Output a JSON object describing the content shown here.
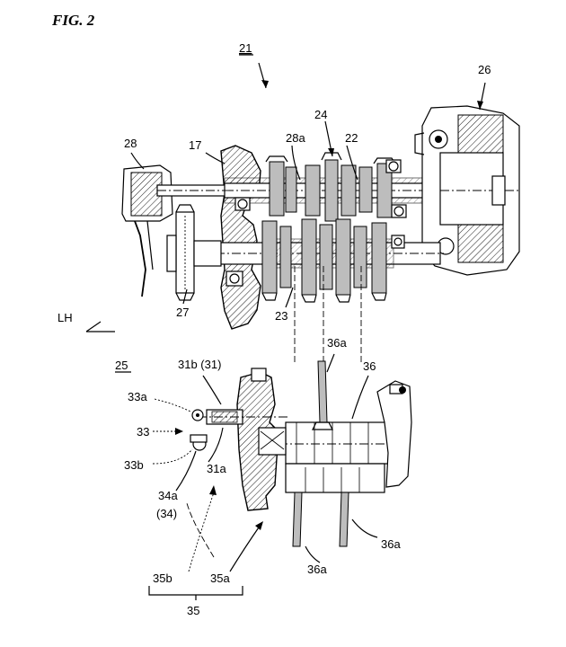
{
  "figure": {
    "title": "FIG. 2"
  },
  "labels": {
    "l21": "21",
    "l26": "26",
    "l24": "24",
    "l28a": "28a",
    "l22": "22",
    "l28": "28",
    "l17": "17",
    "l27": "27",
    "l23": "23",
    "lLH": "LH",
    "l36a_top": "36a",
    "l36": "36",
    "l25": "25",
    "l31b": "31b (31)",
    "l33a": "33a",
    "l33": "33",
    "l33b": "33b",
    "l31a": "31a",
    "l34a": "34a",
    "l34": "(34)",
    "l36a_right": "36a",
    "l36a_bottom": "36a",
    "l35b": "35b",
    "l35a": "35a",
    "l35": "35"
  }
}
